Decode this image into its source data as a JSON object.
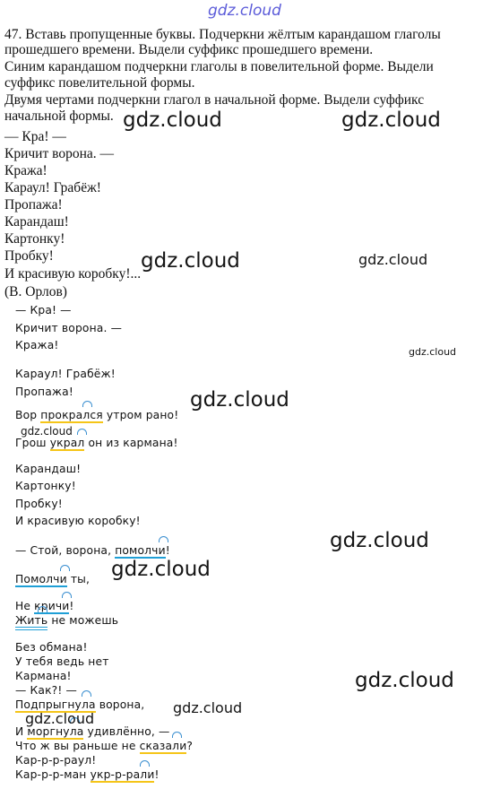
{
  "watermark": "gdz.cloud",
  "task": {
    "lines": [
      "47. Вставь пропущенные буквы. Подчеркни жёлтым карандашом глаголы",
      "прошедшего времени. Выдели суффикс прошедшего времени.",
      "Синим карандашом подчеркни глаголы в повелительной форме. Выдели",
      "суффикс повелительной формы.",
      "Двумя чертами подчеркни глагол в начальной форме. Выдели суффикс",
      "начальной формы."
    ]
  },
  "poem_printed": {
    "lines": [
      "— Кра! —",
      "Кричит ворона. —",
      "Кража!",
      "Караул! Грабёж!",
      "Пропажа!",
      "Карандаш!",
      "Картонку!",
      "Пробку!",
      "И красивую коробку!..."
    ],
    "author": "(В. Орлов)"
  },
  "answer": {
    "s1": [
      "— Кра! —",
      "Кричит ворона. —",
      "Кража!"
    ],
    "s2": [
      "Караул! Грабёж!",
      "Пропажа!"
    ],
    "l_vor": {
      "a": "Вор ",
      "verb": "прокрался",
      "stem": "прокра",
      "hat": "л",
      "rest": "ся",
      "tail": " утром рано!"
    },
    "l_grosh": {
      "a": "Грош ",
      "verb_stem": "укра",
      "hat": "л",
      "tail": " он из кармана!"
    },
    "s3": [
      "Карандаш!",
      "Картонку!",
      "Пробку!",
      "И красивую коробку!"
    ],
    "l_stoy": {
      "a": "— Стой, ворона, ",
      "stem": "помолч",
      "hat": "и",
      "tail": "!"
    },
    "l_pom": {
      "stem": "Помолч",
      "hat": "и",
      "tail": " ты,"
    },
    "l_ne": {
      "a": "Не ",
      "stem": "крич",
      "hat": "и",
      "tail": "!"
    },
    "l_zhit": {
      "stem": "Жи",
      "hat": "ть",
      "tail": " не можешь"
    },
    "s4": [
      "Без обмана!",
      "У тебя ведь нет",
      "Кармана!",
      "— Как?! —"
    ],
    "l_podpr": {
      "stem": "Подпрыгну",
      "hat": "л",
      "rest": "а",
      "tail": " ворона,"
    },
    "l_morg": {
      "a": "И ",
      "stem": "моргну",
      "hat": "л",
      "rest": "а",
      "tail": " удивлённо, —"
    },
    "l_chto": {
      "a": "Что ж вы раньше не ",
      "stem": "сказа",
      "hat": "л",
      "rest": "и",
      "tail": "?"
    },
    "l_karaul": "Кар-р-р-раул!",
    "l_karman": {
      "a": "Кар-р-р-ман ",
      "stem": "укр-р-ра",
      "hat": "л",
      "rest": "и",
      "tail": "!"
    }
  }
}
